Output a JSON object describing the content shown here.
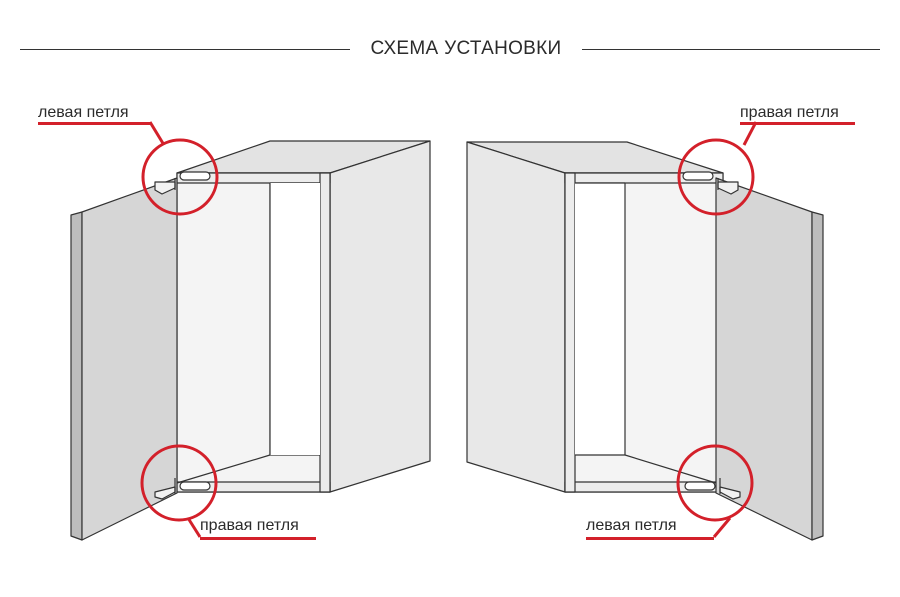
{
  "title": "СХЕМА УСТАНОВКИ",
  "labels": {
    "top_left": "левая петля",
    "bottom_left": "правая петля",
    "top_right": "правая петля",
    "bottom_right": "левая петля"
  },
  "colors": {
    "highlight": "#d3202a",
    "line": "#333333",
    "panel": "#e6e6e6",
    "panel_dark": "#cfcfcf",
    "interior": "#ffffff"
  }
}
